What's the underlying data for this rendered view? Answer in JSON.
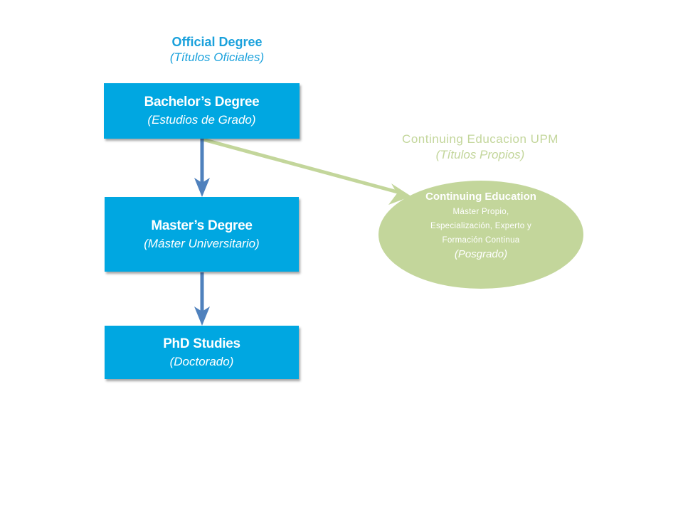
{
  "official": {
    "title": "Official Degree",
    "subtitle": "(Títulos Oficiales)",
    "color": "#1aa1dc"
  },
  "boxes": [
    {
      "title": "Bachelor’s Degree",
      "subtitle": "(Estudios de Grado)"
    },
    {
      "title": "Master’s Degree",
      "subtitle": "(Máster Universitario)"
    },
    {
      "title": "PhD Studies",
      "subtitle": "(Doctorado)"
    }
  ],
  "box_color": "#00a7e1",
  "arrow_color": "#4f81bd",
  "continuing": {
    "header_title": "Continuing  Educacion  UPM",
    "header_subtitle": "(Títulos Propios)",
    "color": "#c3d69b",
    "ellipse": {
      "title": "Continuing Education",
      "lines": [
        "Máster Propio,",
        "Especialización, Experto y",
        "Formación Continua"
      ],
      "subtitle": "(Posgrado)"
    }
  }
}
